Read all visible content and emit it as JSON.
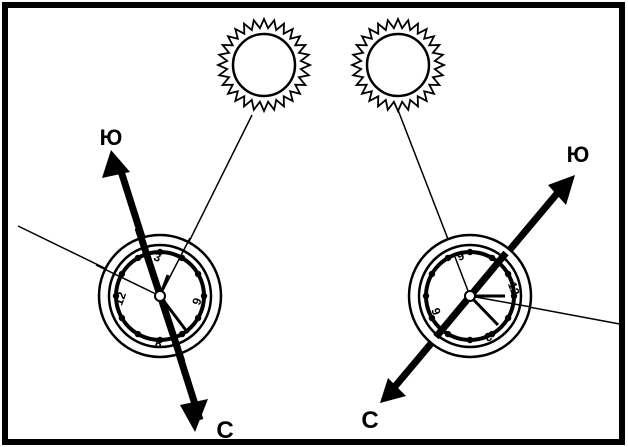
{
  "diagrams": [
    {
      "north_label": "С",
      "south_label": "Ю",
      "numerals": [
        "12",
        "3",
        "6",
        "9"
      ]
    },
    {
      "north_label": "С",
      "south_label": "Ю",
      "numerals": [
        "12",
        "3",
        "6",
        "9"
      ]
    }
  ],
  "colors": {
    "ink": "#000000",
    "background": "#ffffff"
  },
  "icons": [
    "sun-icon",
    "clock-face-icon",
    "direction-arrow-icon"
  ]
}
